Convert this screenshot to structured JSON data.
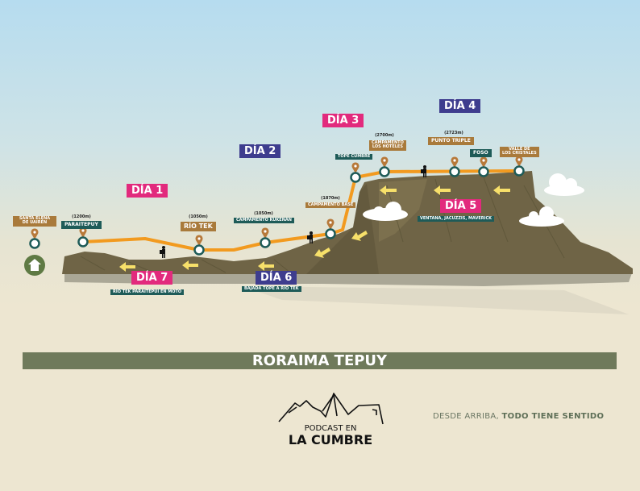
{
  "title": "RORAIMA TEPUY",
  "waypoints": [
    {
      "name": "SANTA ELENA DE UAIRÉN",
      "line1": "SANTA ELENA",
      "line2": "DE UAIRÉN"
    },
    {
      "name": "PARAITEPUY",
      "altitude": "(1200m)"
    },
    {
      "name": "RÍO TEK",
      "altitude": "(1050m)"
    },
    {
      "name": "CAMPAMENTO KUKENAN",
      "altitude": "(1050m)"
    },
    {
      "name": "CAMPAMENTO BASE",
      "altitude": "(1870m)"
    },
    {
      "name": "TOPE CUMBRE"
    },
    {
      "name": "CAMPAMENTO LOS HOTELES",
      "line1": "CAMPAMENTO",
      "line2": "LOS HOTELES",
      "altitude": "(2700m)"
    },
    {
      "name": "PUNTO TRIPLE",
      "altitude": "(2723m)"
    },
    {
      "name": "FOSO"
    },
    {
      "name": "VALLE DE LOS CRISTALES",
      "line1": "VALLE DE",
      "line2": "LOS CRISTALES"
    }
  ],
  "days": [
    {
      "label": "DÍA 1"
    },
    {
      "label": "DÍA 2"
    },
    {
      "label": "DÍA 3"
    },
    {
      "label": "DÍA 4"
    },
    {
      "label": "DÍA 5",
      "note": "VENTANA, JACUZZIS, MAVERICK"
    },
    {
      "label": "DÍA 6",
      "note": "BAJADA TOPE A RÍO TEK"
    },
    {
      "label": "DÍA 7",
      "note": "RÍO TEK PARAITEPUI EN MOTO"
    }
  ],
  "logo": {
    "line1": "PODCAST EN",
    "line2": "LA CUMBRE"
  },
  "tagline": {
    "regular": "DESDE ARRIBA, ",
    "bold": "TODO TIENE SENTIDO"
  },
  "colors": {
    "route": "#f29a1f",
    "teal": "#1e5b58",
    "brown": "#a97a3b",
    "pink": "#e22a7d",
    "purple": "#3e3d8e",
    "mountain": "#6f6446",
    "band": "#6f7a5b"
  }
}
